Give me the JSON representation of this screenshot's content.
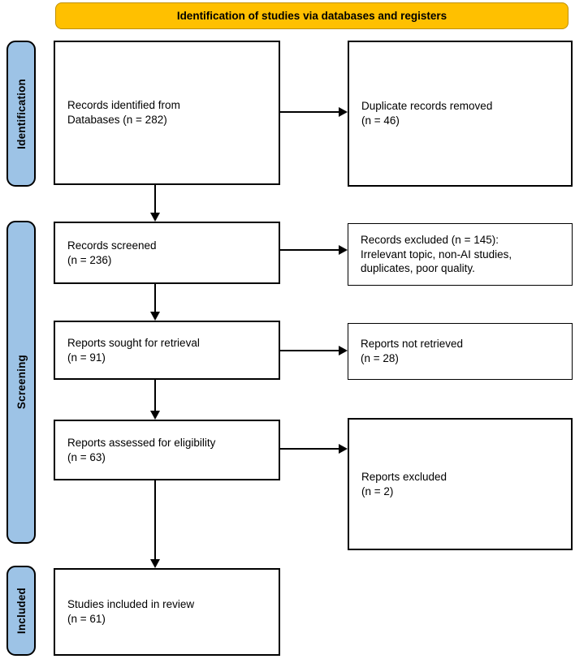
{
  "banner": {
    "label": "Identification of studies via databases and registers"
  },
  "stages": [
    {
      "id": "identification",
      "label": "Identification"
    },
    {
      "id": "screening",
      "label": "Screening"
    },
    {
      "id": "included",
      "label": "Included"
    }
  ],
  "flow_boxes": {
    "records_identified": "Records identified from\nDatabases (n = 282)",
    "duplicates_removed": "Duplicate records removed\n(n = 46)",
    "records_screened": "Records screened\n(n = 236)",
    "records_excluded": "Records excluded (n = 145):\nIrrelevant topic, non-AI studies,\nduplicates, poor quality.",
    "reports_sought": "Reports sought for retrieval\n(n = 91)",
    "reports_not_retrieved": "Reports not retrieved\n(n = 28)",
    "reports_assessed": "Reports assessed for eligibility\n(n = 63)",
    "reports_excluded": "Reports excluded\n(n = 2)",
    "studies_included": "Studies included in review\n(n = 61)"
  },
  "colors": {
    "banner_fill": "#FFC000",
    "banner_border": "#BF9000",
    "stage_fill": "#9DC3E6",
    "stage_border": "#000000",
    "box_fill": "#FFFFFF",
    "box_border": "#000000",
    "arrow": "#000000",
    "text": "#000000",
    "background": "#FFFFFF"
  }
}
